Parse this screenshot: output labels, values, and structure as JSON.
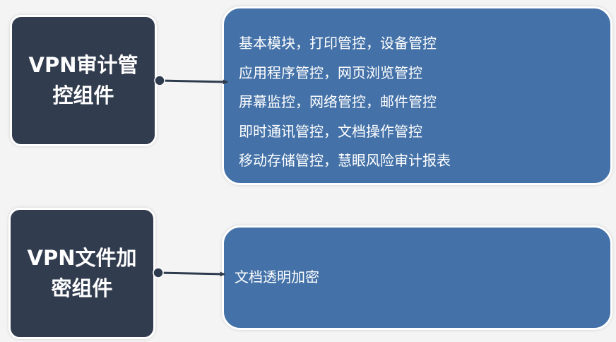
{
  "components": [
    {
      "title": "VPN审计管控组件",
      "features": [
        "基本模块，打印管控，设备管控",
        "应用程序管控，网页浏览管控",
        "屏幕监控，网络管控，邮件管控",
        "即时通讯管控，文档操作管控",
        "移动存储管控，慧眼风险审计报表"
      ]
    },
    {
      "title": "VPN文件加密组件",
      "features": [
        "文档透明加密"
      ]
    }
  ],
  "colors": {
    "component_box": "#323c4f",
    "feature_box": "#4472a8",
    "connector": "#2e3a4e"
  }
}
